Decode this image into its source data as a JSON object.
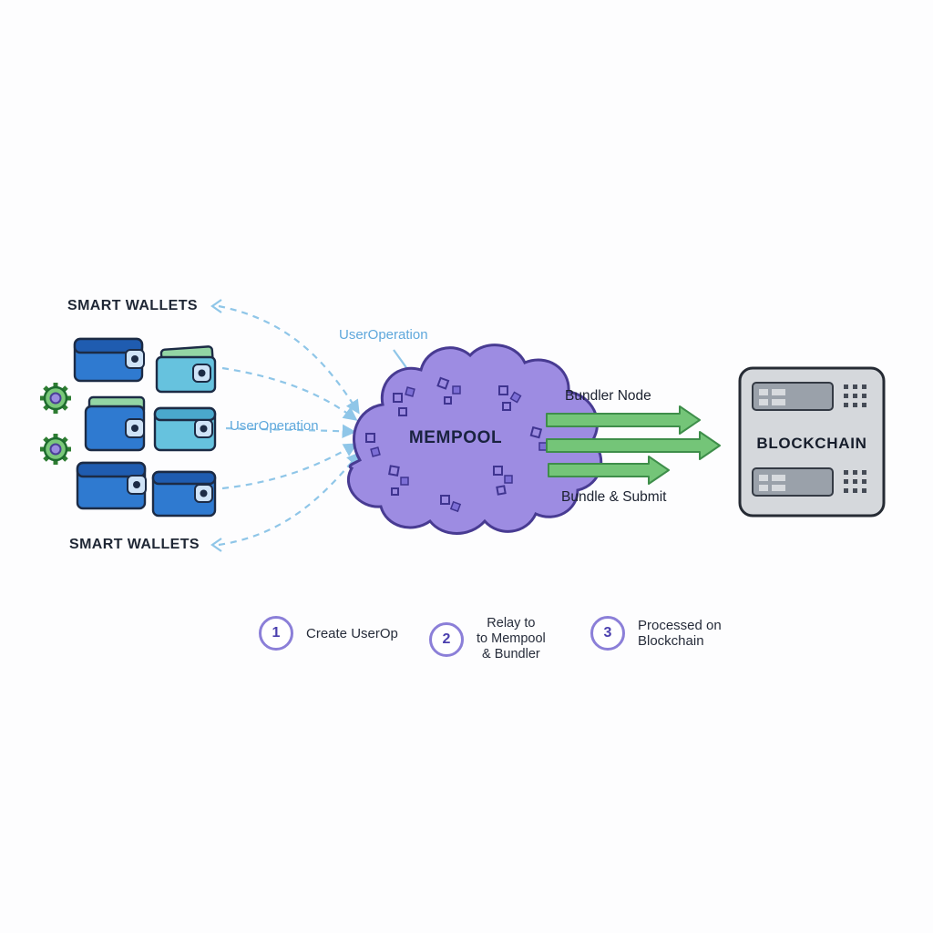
{
  "diagram": {
    "smart_wallets_top": "SMART WALLETS",
    "smart_wallets_bottom": "SMART WALLETS",
    "userop_label_top": "UserOperation",
    "userop_label_mid": "UserOperation",
    "mempool_label": "MEMPOOL",
    "bundler_node_label": "Bundler Node",
    "bundle_submit_label": "Bundle & Submit",
    "blockchain_label": "BLOCKCHAIN"
  },
  "legend": {
    "items": [
      {
        "number": "1",
        "label": "Create UserOp"
      },
      {
        "number": "2",
        "lines": [
          "Relay to",
          "to Mempool",
          "& Bundler"
        ]
      },
      {
        "number": "3",
        "lines": [
          "Processed on",
          "Blockchain"
        ]
      }
    ]
  },
  "colors": {
    "background": "#fdfdfe",
    "dash_blue": "#8fc6e8",
    "userop_text": "#5fa8dc",
    "cloud_fill": "#9d8ce2",
    "cloud_stroke": "#483b92",
    "square_stroke": "#3f3490",
    "square_fill": "#7d6fd6",
    "arrow_green": "#74c578",
    "arrow_green_dark": "#3e8e4a",
    "wallet_blue": "#2f7ad0",
    "wallet_blue_dark": "#1f5cb0",
    "wallet_teal": "#66c2de",
    "wallet_green": "#93d5a4",
    "wallet_outline": "#1c2b45",
    "gear_green": "#7ac87a",
    "gear_center": "#9b8ce0",
    "chain_fill": "#d5d8dc",
    "chain_stroke": "#262b34",
    "server_fill": "#9aa1aa",
    "server_stroke": "#343a44",
    "server_slot": "#d7dade",
    "dot_color": "#454b56",
    "legend_purple": "#8b7fd8",
    "legend_number": "#4a3fae",
    "text_dark": "#1f2735"
  }
}
